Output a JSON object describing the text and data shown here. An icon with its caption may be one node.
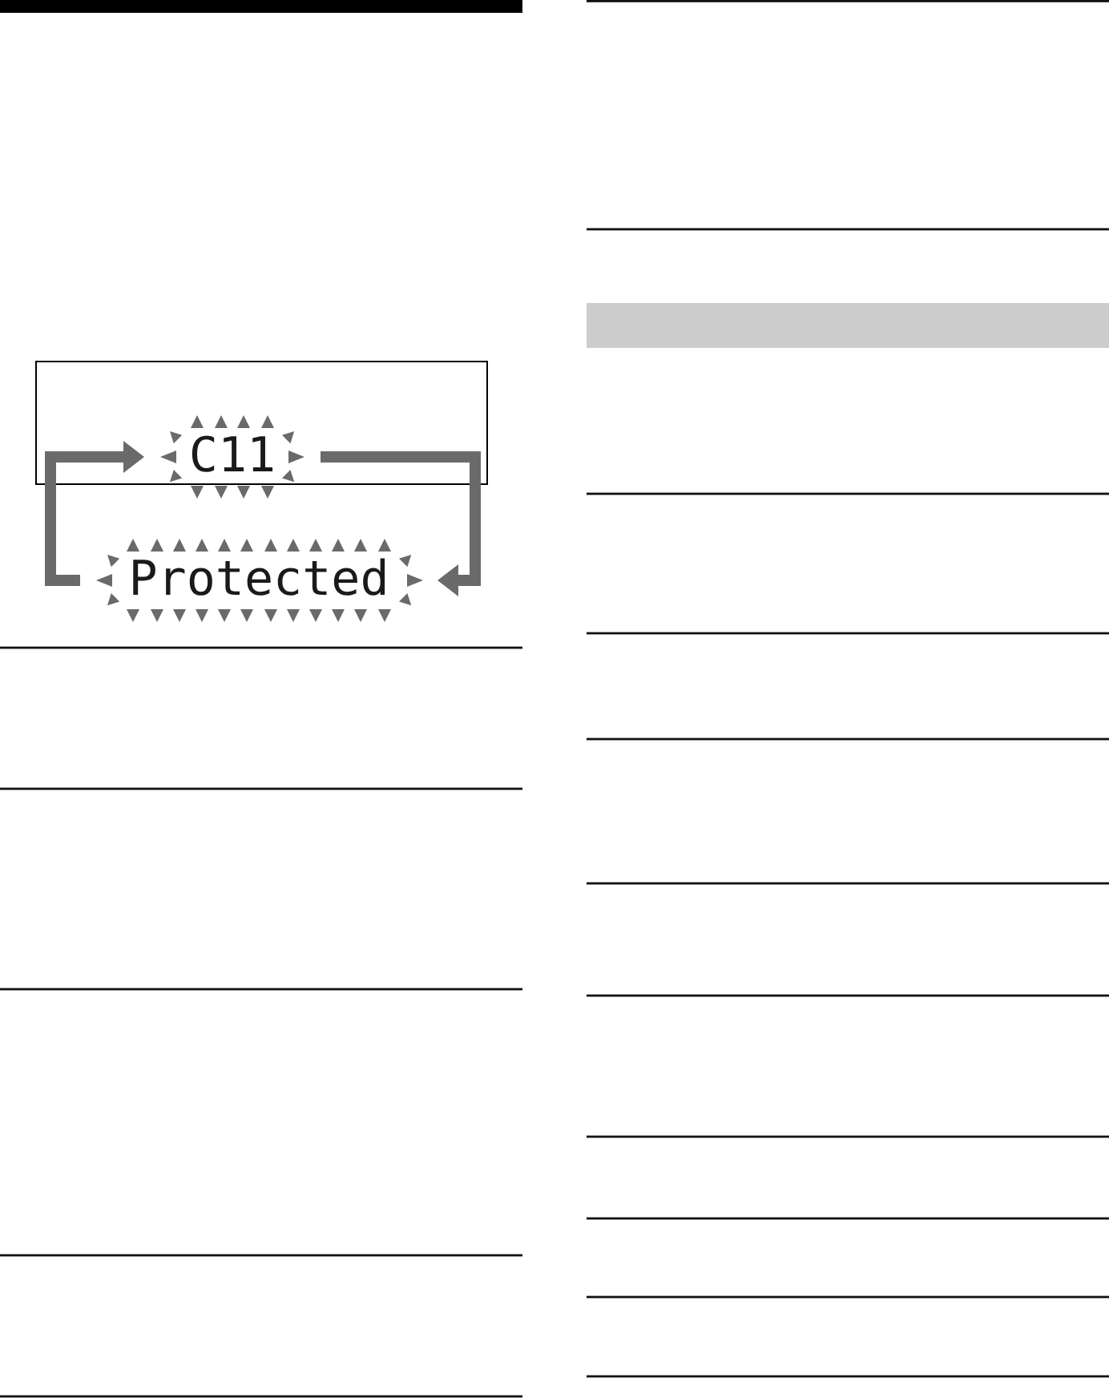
{
  "diagram": {
    "nodes": [
      {
        "text": [
          "C11"
        ]
      },
      {
        "text": [
          "Protected"
        ]
      },
      {
        "text": [],
        "shape": "bar"
      }
    ],
    "edges": [
      {
        "from": 0,
        "to": 1,
        "arrow": "to"
      },
      {
        "from": 1,
        "to": 0,
        "arrow": "to"
      }
    ]
  }
}
